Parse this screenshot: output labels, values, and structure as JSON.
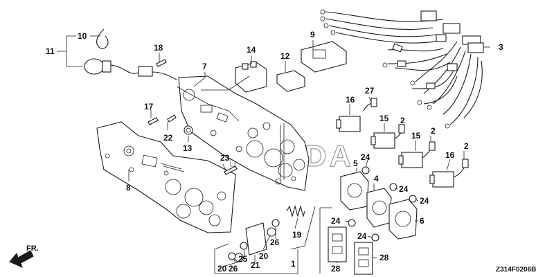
{
  "diagram": {
    "watermark": "HONDA",
    "diagram_code": "Z314F0206B",
    "front_indicator": "FR.",
    "callouts": {
      "c1": "1",
      "c2a": "2",
      "c2b": "2",
      "c2c": "2",
      "c3": "3",
      "c4": "4",
      "c5": "5",
      "c6": "6",
      "c7": "7",
      "c8": "8",
      "c9": "9",
      "c10": "10",
      "c11": "11",
      "c12": "12",
      "c13": "13",
      "c14": "14",
      "c15a": "15",
      "c15b": "15",
      "c16a": "16",
      "c16b": "16",
      "c17": "17",
      "c18": "18",
      "c19": "19",
      "c20a": "20",
      "c20b": "20",
      "c21": "21",
      "c22": "22",
      "c23": "23",
      "c24a": "24",
      "c24b": "24",
      "c24c": "24",
      "c24d": "24",
      "c24e": "24",
      "c25": "25",
      "c26a": "26",
      "c26b": "26",
      "c27": "27",
      "c28a": "28",
      "c28b": "28"
    }
  }
}
